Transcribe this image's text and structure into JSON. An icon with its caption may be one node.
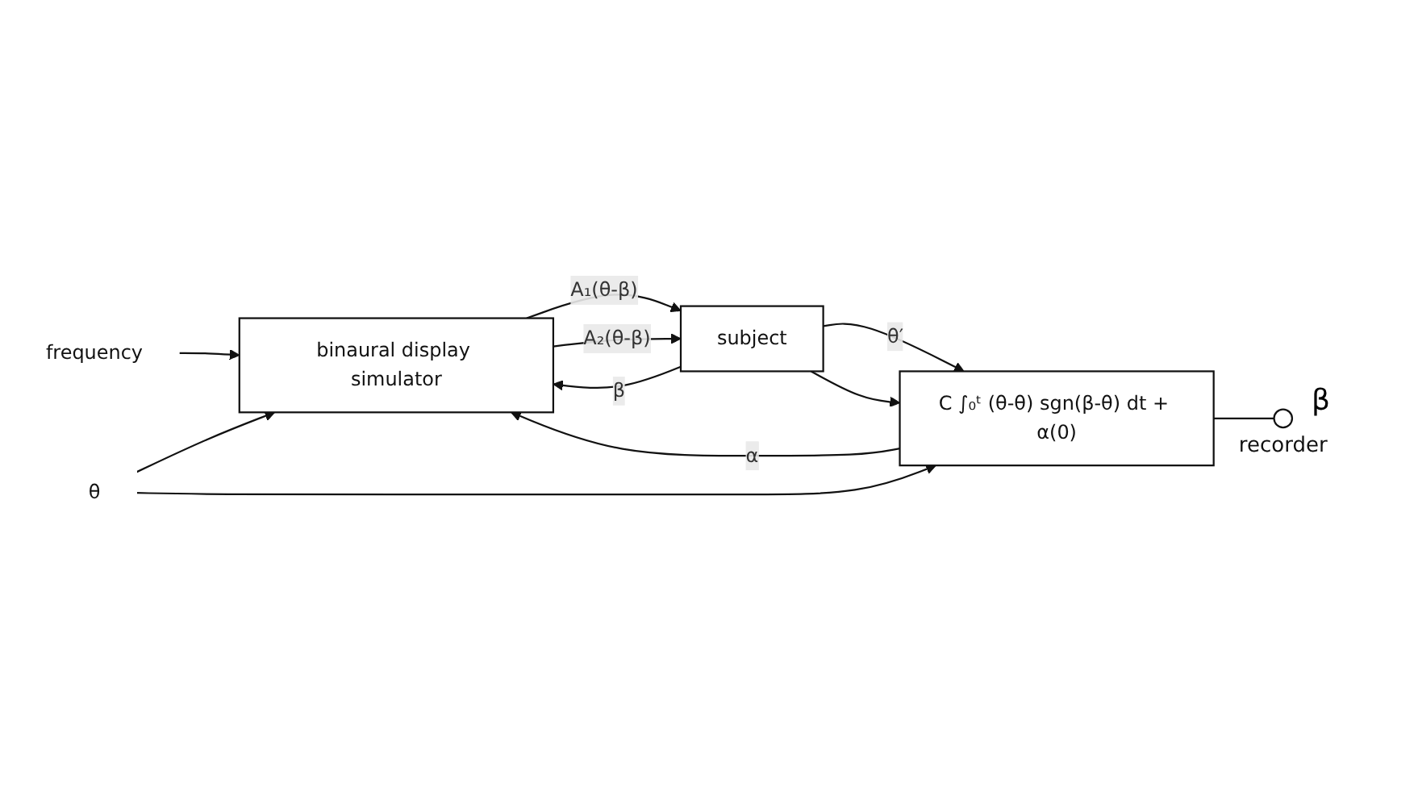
{
  "diagram": {
    "nodes": [
      {
        "text": [
          "binaural display simulator"
        ]
      },
      {
        "text": [
          "subject"
        ]
      },
      {
        "text": [
          "C ∫₀ᵗ (θ-θ) sgn(β-θ) dt + α(0)"
        ]
      },
      {
        "text": [
          "frequency"
        ]
      },
      {
        "text": [
          "θ"
        ]
      },
      {
        "text": [],
        "shape": "circle",
        "beside": [
          "recorder"
        ]
      }
    ],
    "edges": [
      {
        "from": 1,
        "to": 0,
        "arrow": "to",
        "label": "β"
      },
      {
        "from": 3,
        "to": 0,
        "arrow": "to"
      },
      {
        "from": 4,
        "to": 0,
        "arrow": "to"
      },
      {
        "from": 2,
        "to": 0,
        "arrow": "to",
        "label": "α"
      },
      {
        "from": 2,
        "to": 5,
        "arrow": "none"
      },
      {
        "from": 0,
        "to": 1,
        "arrow": "to",
        "label": "A₁(θ-β)"
      },
      {
        "from": 0,
        "to": 1,
        "arrow": "to",
        "label": "A₂(θ-β)"
      },
      {
        "from": 1,
        "to": 2,
        "arrow": "to",
        "label": "θ′"
      },
      {
        "from": 1,
        "to": 2,
        "arrow": "to"
      },
      {
        "from": 4,
        "to": 2,
        "arrow": "to"
      }
    ],
    "labels": [
      "β"
    ]
  }
}
